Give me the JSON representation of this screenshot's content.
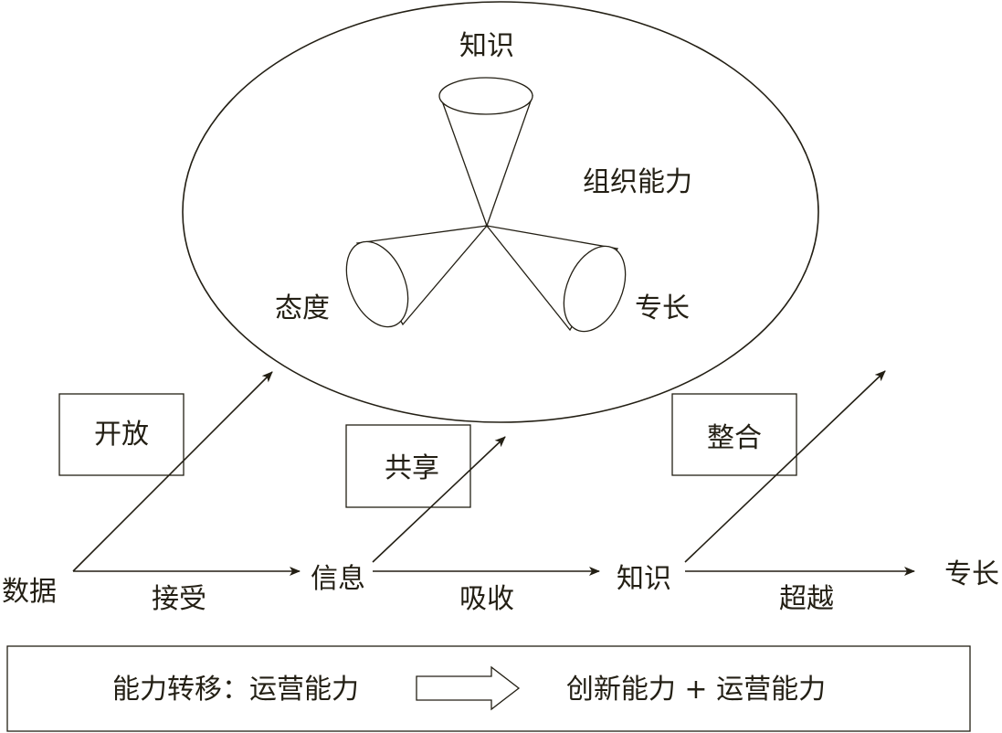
{
  "colors": {
    "ink": "#231f14",
    "background": "#ffffff"
  },
  "ellipse": {
    "top_label": "知识",
    "right_label": "组织能力",
    "left_label": "态度",
    "right_bottom_label": "专长"
  },
  "flow": {
    "nodes": [
      "数据",
      "信息",
      "知识",
      "专长"
    ],
    "edge_labels": [
      "接受",
      "吸收",
      "超越"
    ],
    "boxes": [
      "开放",
      "共享",
      "整合"
    ]
  },
  "bottom_bar": {
    "left_text": "能力转移：运营能力",
    "right_text": "创新能力 + 运营能力",
    "arrow_icon": "hollow-right-arrow-icon"
  }
}
